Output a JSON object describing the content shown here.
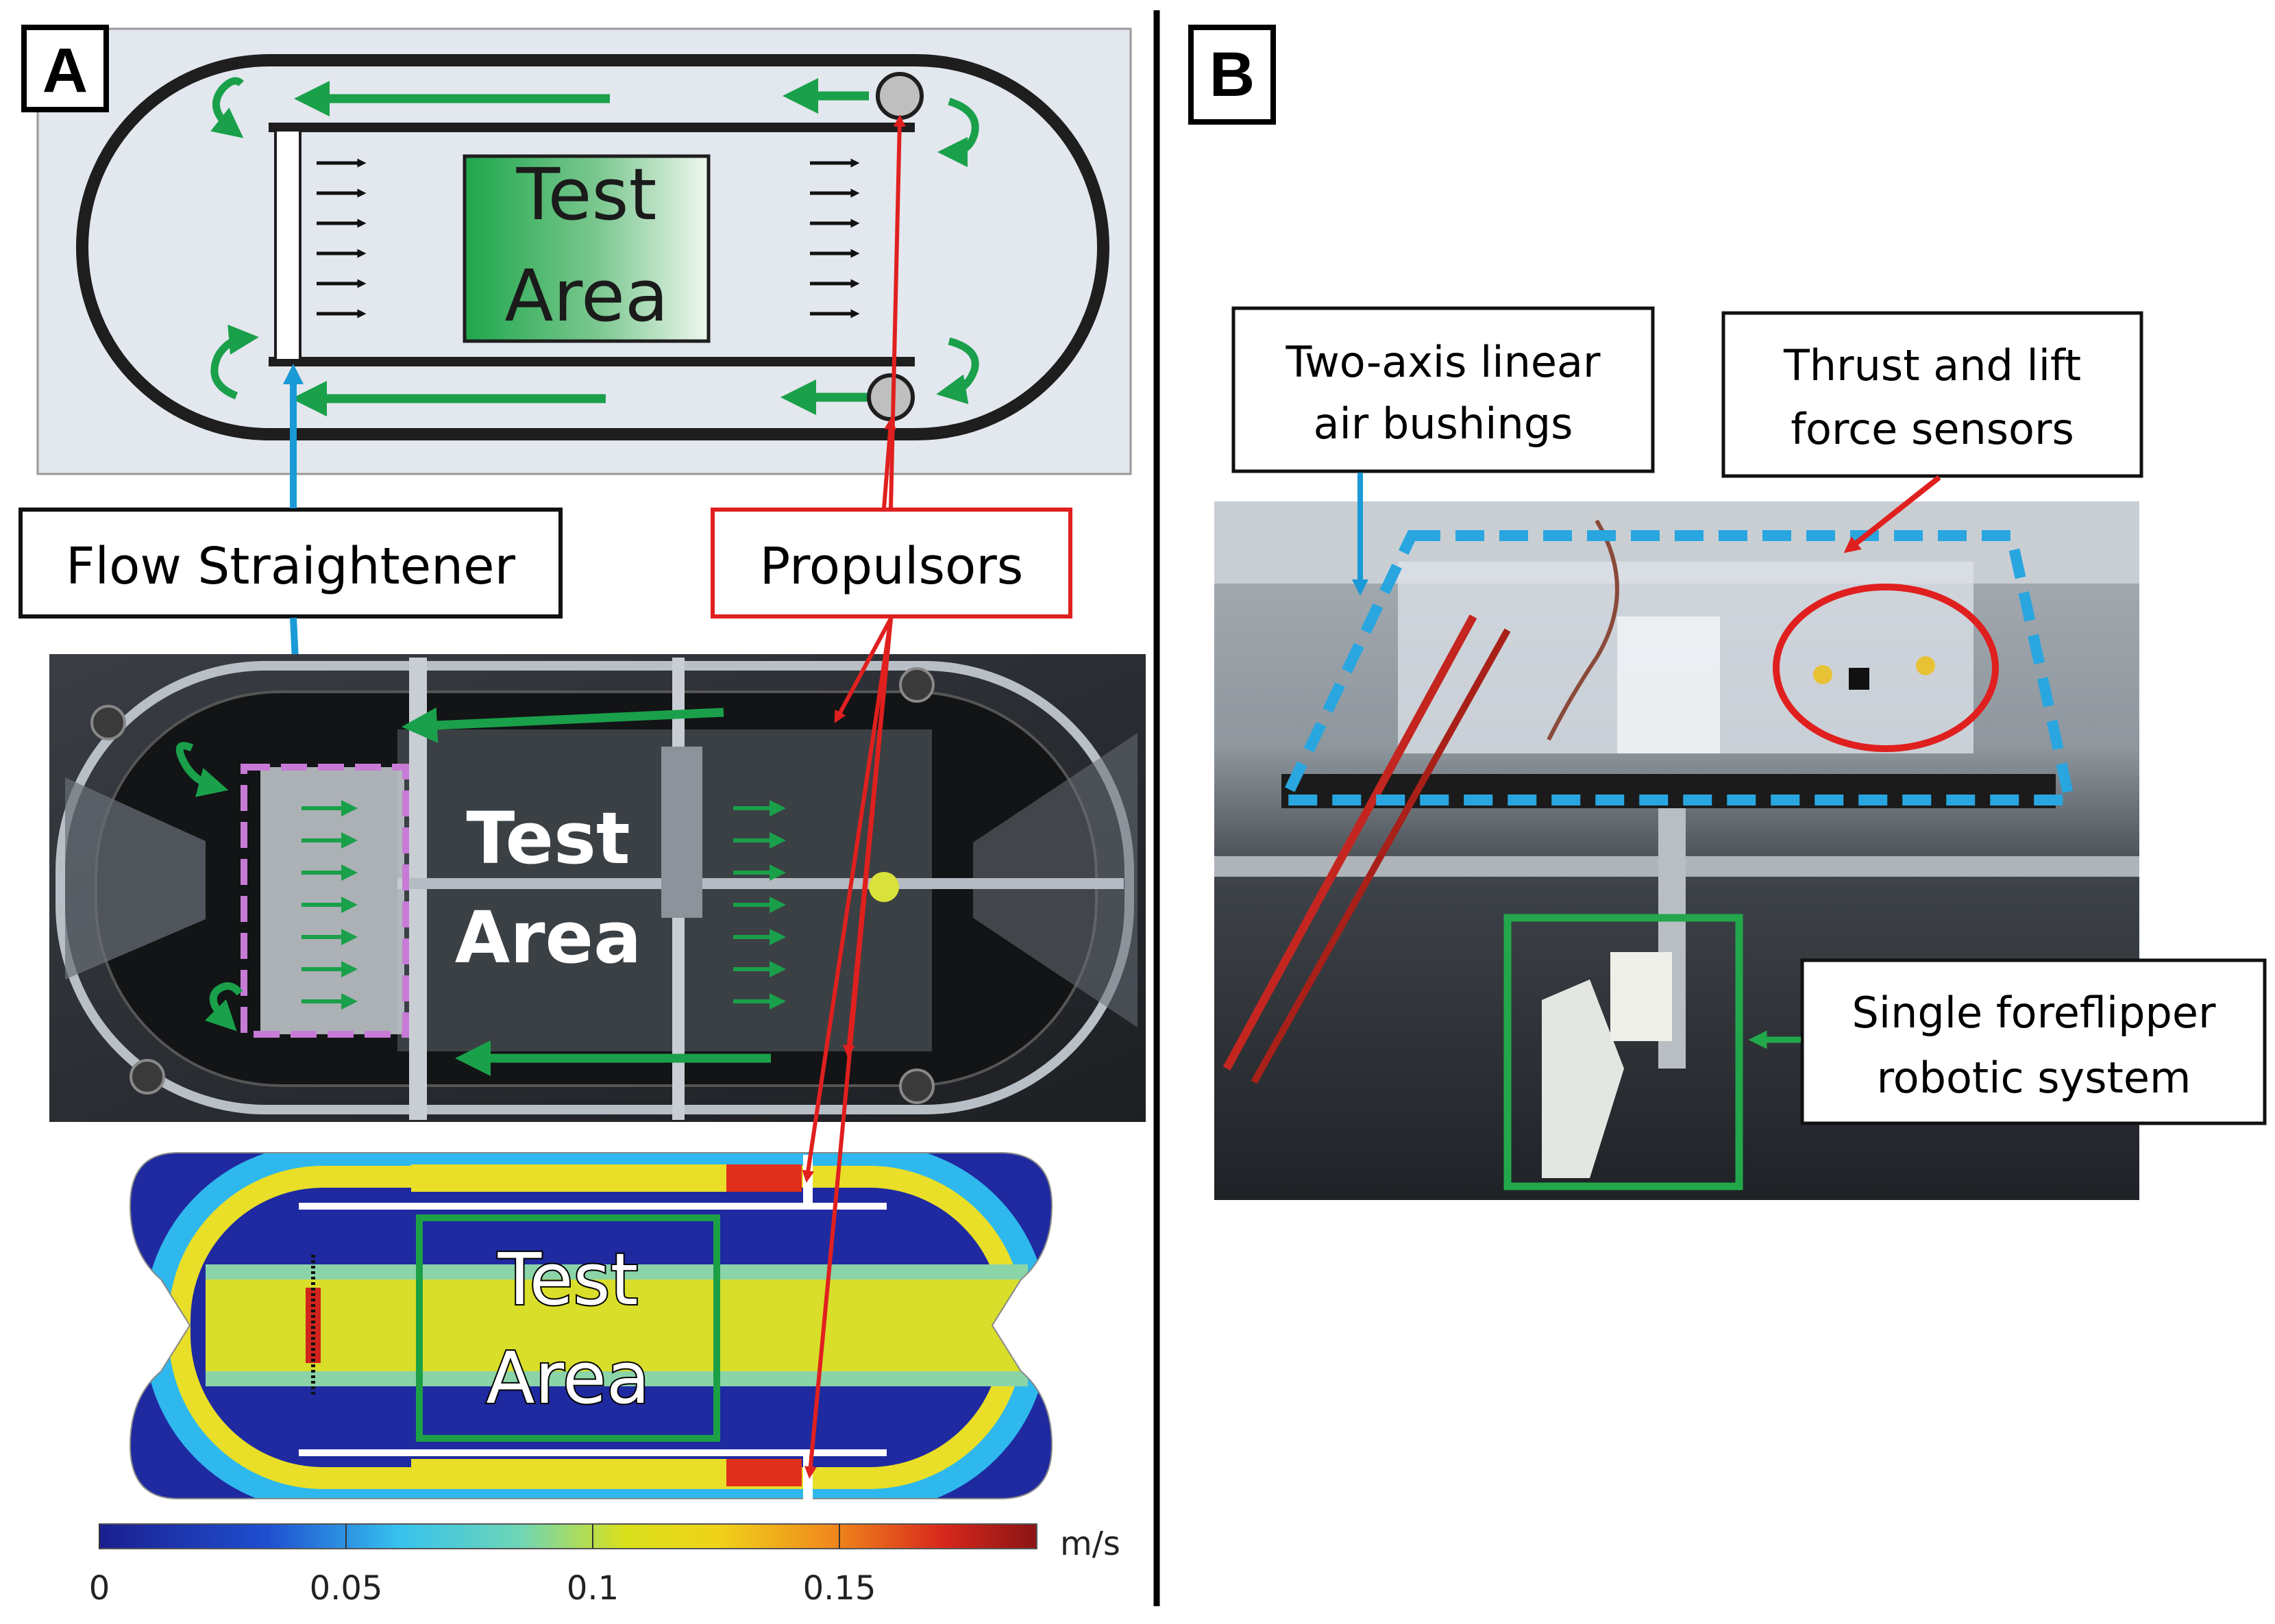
{
  "panels": {
    "a": "A",
    "b": "B"
  },
  "schematic": {
    "test_area_line1": "Test",
    "test_area_line2": "Area"
  },
  "labels": {
    "flow_straightener": "Flow Straightener",
    "propulsors": "Propulsors",
    "bushings_line1": "Two-axis linear",
    "bushings_line2": "air bushings",
    "sensors_line1": "Thrust and lift",
    "sensors_line2": "force sensors",
    "robot_line1": "Single foreflipper",
    "robot_line2": "robotic system"
  },
  "photo": {
    "test_area_line1": "Test",
    "test_area_line2": "Area"
  },
  "simulation": {
    "test_area_line1": "Test",
    "test_area_line2": "Area"
  },
  "colorbar": {
    "unit": "m/s",
    "ticks": [
      "0",
      "0.05",
      "0.1",
      "0.15"
    ],
    "tick_values": [
      0,
      0.05,
      0.1,
      0.15
    ],
    "range": [
      0,
      0.19
    ]
  },
  "colors": {
    "flow_arrow": "#1aa04a",
    "straightener_pointer": "#1a9ad6",
    "propulsor_pointer": "#e0201f",
    "bushing_outline": "#29a6e0",
    "sensor_circle": "#e0201f",
    "robot_box": "#22a84a"
  }
}
